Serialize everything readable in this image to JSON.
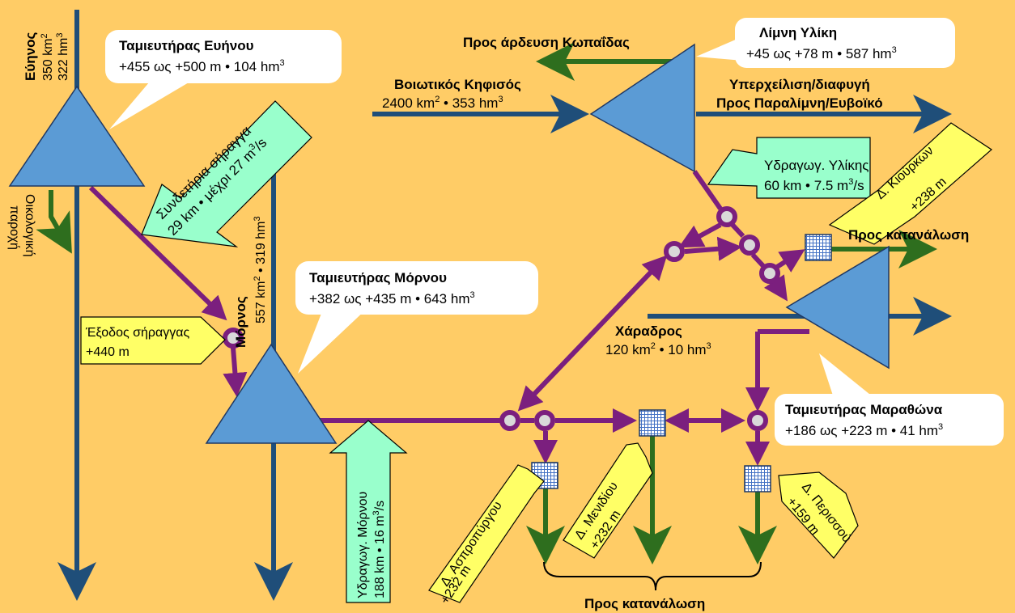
{
  "colors": {
    "background": "#FFCC66",
    "river": "#1F4E79",
    "reservoir": "#5B9BD5",
    "aqueduct": "#7B1F7E",
    "consumption": "#2E6E1E",
    "callout_white": "#FFFFFF",
    "callout_yellow": "#FFFF66",
    "callout_green": "#99FFCC"
  },
  "evinos_river": {
    "name": "Εύηνος",
    "area": "350 km",
    "area_sup": "2",
    "volume": "322 hm",
    "volume_sup": "3"
  },
  "evinos_reservoir": {
    "title": "Ταμιευτήρας Ευήνου",
    "detail": "+455 ως +500 m • 104 hm",
    "detail_sup": "3"
  },
  "env_flow": {
    "line1": "Οικολογική",
    "line2": "παροχή"
  },
  "connecting_tunnel": {
    "line1": "Συνδετήρια σήραγγα",
    "line2": "29 km • μέχρι 27 m",
    "line2_sup": "3",
    "line2_end": "/s"
  },
  "tunnel_exit": {
    "line1": "Έξοδος σήραγγας",
    "line2": "+440 m"
  },
  "mornos_river": {
    "name": "Μόρνος",
    "detail": "557 km",
    "detail_sup": "2",
    "detail_mid": " • 319 hm",
    "detail_sup2": "3"
  },
  "mornos_reservoir": {
    "title": "Ταμιευτήρας Μόρνου",
    "detail": "+382 ως +435 m • 643 hm",
    "detail_sup": "3"
  },
  "mornos_aqueduct": {
    "line1": "Υδραγωγ. Μόρνου",
    "line2": "188 km • 16 m",
    "line2_sup": "3",
    "line2_end": "/s"
  },
  "kopais_irrigation": {
    "label": "Προς άρδευση Κωπαΐδας"
  },
  "kifisos": {
    "name": "Βοιωτικός Κηφισός",
    "detail": "2400 km",
    "detail_sup": "2",
    "detail_mid": " • 353 hm",
    "detail_sup2": "3"
  },
  "yliki_lake": {
    "title": "Λίμνη Υλίκη",
    "detail": "+45 ως +78 m • 587 hm",
    "detail_sup": "3"
  },
  "overflow": {
    "line1": "Υπερχείλιση/διαφυγή",
    "line2": "Προς Παραλίμνη/Ευβοϊκό"
  },
  "yliki_aqueduct": {
    "line1": "Υδραγωγ. Υλίκης",
    "line2": "60 km • 7.5 m",
    "line2_sup": "3",
    "line2_end": "/s"
  },
  "kiourka": {
    "line1": "Δ. Κιούρκων",
    "line2": "+238 m"
  },
  "to_consumption_right": {
    "label": "Προς κατανάλωση"
  },
  "charadros": {
    "name": "Χάραδρος",
    "detail": "120 km",
    "detail_sup": "2",
    "detail_mid": "  • 10 hm",
    "detail_sup2": "3"
  },
  "marathon_reservoir": {
    "title": "Ταμιευτήρας Μαραθώνα",
    "detail": "+186 ως +223 m • 41 hm",
    "detail_sup": "3"
  },
  "asprópyrgos": {
    "line1": "Δ. Ασπροπύργου",
    "line2": "+232 m"
  },
  "menidi": {
    "line1": "Δ. Μενιδίου",
    "line2": "+232 m"
  },
  "perissos": {
    "line1": "Δ. Περισσού",
    "line2": "+159 m"
  },
  "to_consumption_bottom": {
    "label": "Προς κατανάλωση"
  }
}
